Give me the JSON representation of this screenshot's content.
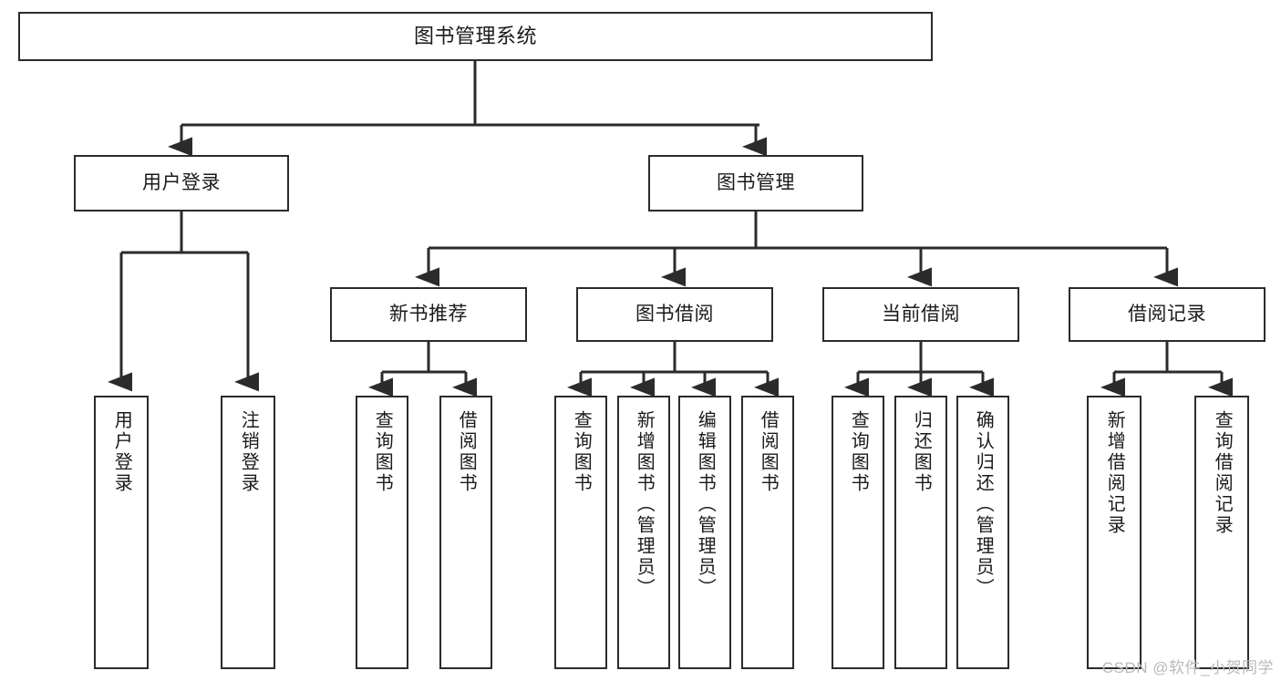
{
  "diagram": {
    "title": "图书管理系统",
    "type": "tree",
    "stroke_color": "#2b2b2b",
    "fill_color": "#ffffff",
    "text_color": "#1a1a1a"
  },
  "nodes": {
    "root": {
      "label": "图书管理系统"
    },
    "level2": [
      {
        "id": "user-login",
        "label": "用户登录"
      },
      {
        "id": "book-management",
        "label": "图书管理"
      }
    ],
    "level3": [
      {
        "id": "new-book-recommend",
        "label": "新书推荐"
      },
      {
        "id": "book-borrow",
        "label": "图书借阅"
      },
      {
        "id": "current-borrow",
        "label": "当前借阅"
      },
      {
        "id": "borrow-record",
        "label": "借阅记录"
      }
    ],
    "leaves": {
      "user_login": [
        {
          "id": "leaf-user-login",
          "label": "用户登录"
        },
        {
          "id": "leaf-logout-login",
          "label": "注销登录"
        }
      ],
      "new_book_recommend": [
        {
          "id": "leaf-query-book-1",
          "label": "查询图书"
        },
        {
          "id": "leaf-borrow-book-1",
          "label": "借阅图书"
        }
      ],
      "book_borrow": [
        {
          "id": "leaf-query-book-2",
          "label": "查询图书"
        },
        {
          "id": "leaf-add-book",
          "label": "新增图书（管理员）"
        },
        {
          "id": "leaf-edit-book",
          "label": "编辑图书（管理员）"
        },
        {
          "id": "leaf-borrow-book-2",
          "label": "借阅图书"
        }
      ],
      "current_borrow": [
        {
          "id": "leaf-query-book-3",
          "label": "查询图书"
        },
        {
          "id": "leaf-return-book",
          "label": "归还图书"
        },
        {
          "id": "leaf-confirm-return",
          "label": "确认归还（管理员）"
        }
      ],
      "borrow_record": [
        {
          "id": "leaf-add-borrow-record",
          "label": "新增借阅记录"
        },
        {
          "id": "leaf-query-borrow-record",
          "label": "查询借阅记录"
        }
      ]
    }
  },
  "watermark": {
    "text": "CSDN @软件_小贺同学"
  }
}
